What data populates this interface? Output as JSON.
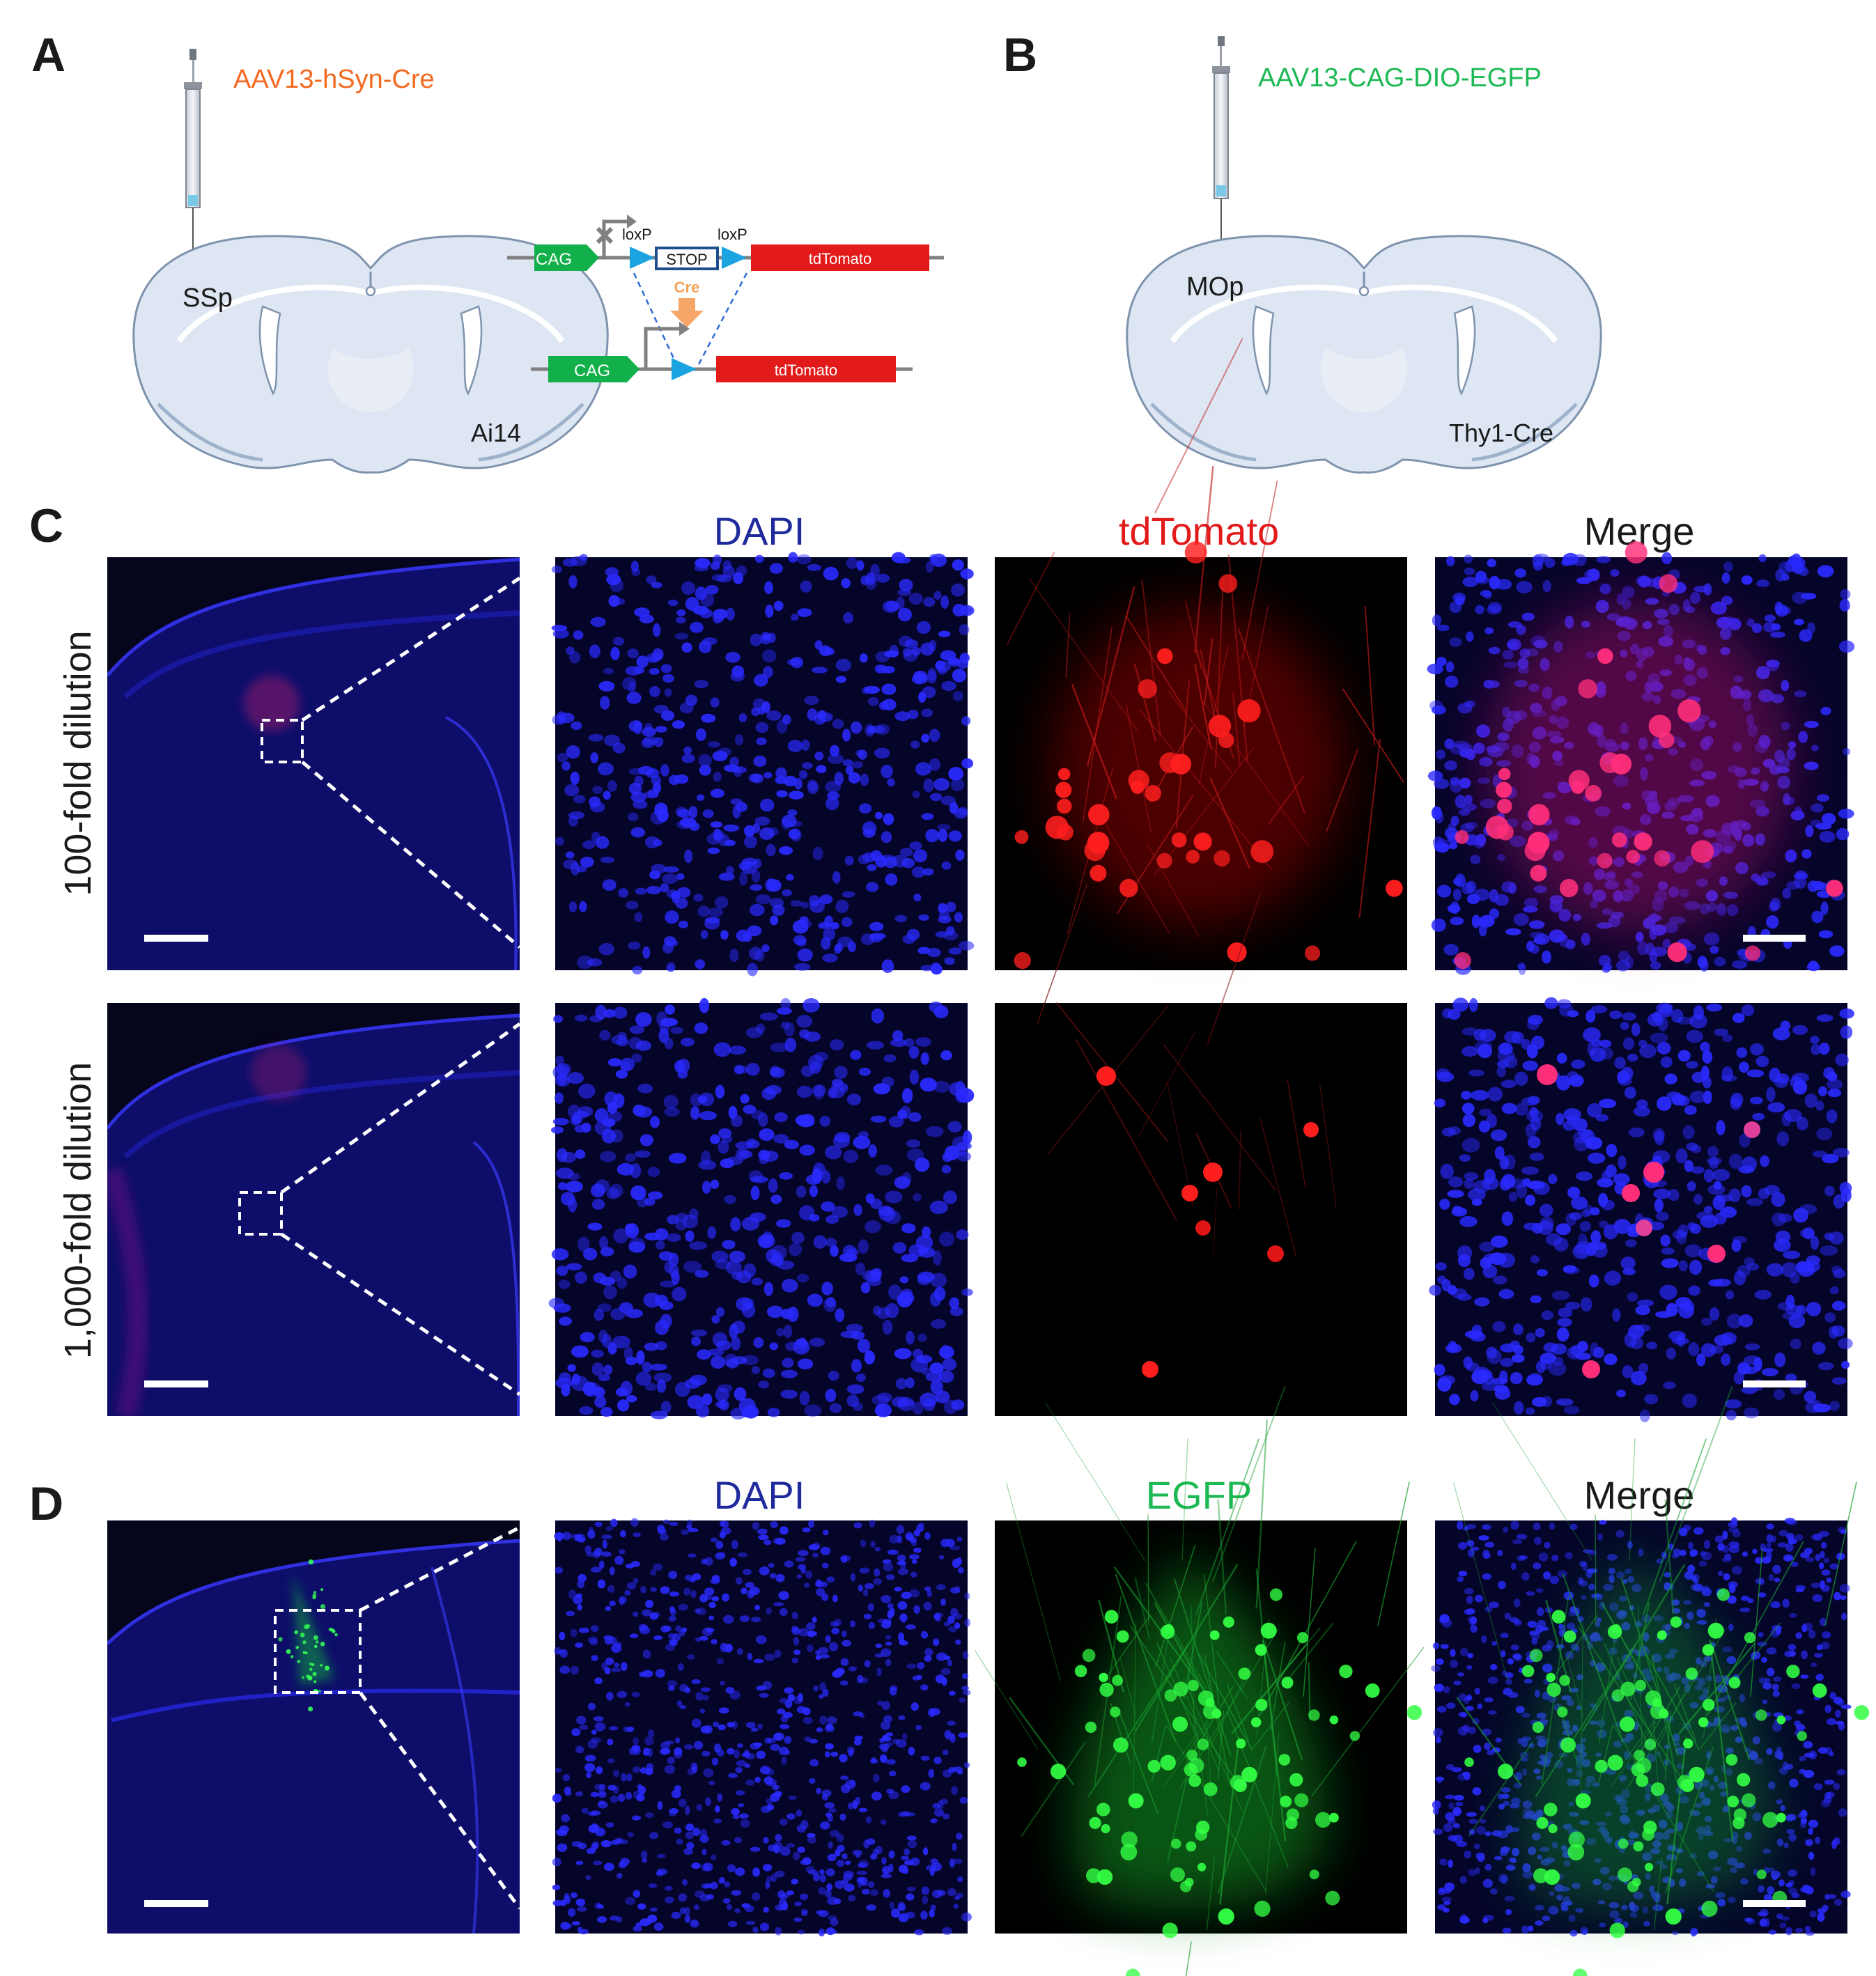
{
  "panel_labels": {
    "a": "A",
    "b": "B",
    "c": "C",
    "d": "D"
  },
  "panel_a": {
    "virus": "AAV13-hSyn-Cre",
    "region": "SSp",
    "mouse_line": "Ai14",
    "construct": {
      "promoter": "CAG",
      "loxp_left": "loxP",
      "loxp_right": "loxP",
      "stop": "STOP",
      "reporter": "tdTomato",
      "recombinase": "Cre"
    }
  },
  "panel_b": {
    "virus": "AAV13-CAG-DIO-EGFP",
    "region": "MOp",
    "mouse_line": "Thy1-Cre"
  },
  "panel_c": {
    "headers": {
      "dapi": "DAPI",
      "tdtomato": "tdTomato",
      "merge": "Merge"
    },
    "rows": [
      "100-fold dilution",
      "1,000-fold dilution"
    ]
  },
  "panel_d": {
    "headers": {
      "dapi": "DAPI",
      "egfp": "EGFP",
      "merge": "Merge"
    }
  },
  "colors": {
    "orange": "#F26A21",
    "green": "#1DB954",
    "dapi_blue": "#1c1cdc",
    "red": "#E21A1A",
    "cag_green": "#12B04A",
    "loxp_cyan": "#1BA4E0",
    "brain_fill": "#DDE6F2",
    "brain_stroke": "#7F93AE"
  },
  "icons": {
    "syringe": "syringe-icon",
    "brain": "coronal-brain-icon",
    "arrow": "cre-arrow-icon"
  }
}
